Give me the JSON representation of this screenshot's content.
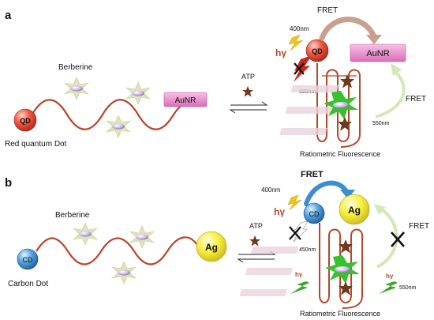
{
  "panel_a": {
    "letter": "a",
    "qd_label": "QD",
    "red_quantum_dot": "Red quantum Dot",
    "berberine": "Berberine",
    "aunr_strand": "AuNR",
    "atp": "ATP",
    "wavelength_400": "400nm",
    "hv": "hγ",
    "qd_label_top": "QD",
    "fret_top": "FRET",
    "aunr_top": "AuNR",
    "wavelength_680": "680nm",
    "wavelength_550": "550nm",
    "fret_right": "FRET",
    "ratiometric": "Ratiometric Fluorescence"
  },
  "panel_b": {
    "letter": "b",
    "cd_label": "CD",
    "carbon_dot": "Carbon Dot",
    "berberine": "Berberine",
    "ag_strand": "Ag",
    "atp": "ATP",
    "fret_top": "FRET",
    "wavelength_400": "400nm",
    "hv": "hγ",
    "cd_label_top": "CD",
    "ag_top": "Ag",
    "wavelength_450": "450nm",
    "fret_right": "FRET",
    "hv_left": "hγ",
    "hv_right": "hγ",
    "wavelength_550": "550nm",
    "ratiometric": "Ratiometric Fluorescence"
  },
  "colors": {
    "strand": "#b5482a",
    "qd_red": "#e8452f",
    "cd_blue": "#3f8fd1",
    "gold": "#f2e62c",
    "aunr_pink": "#e884c6",
    "star_brown": "#6b3a1f",
    "green_burst": "#35c22c",
    "berberine_burst": "#d9ddb0",
    "fret_arrow_a": "#c9a08e",
    "fret_arrow_b": "#3a8fd0",
    "fret_light": "#d4e8b6"
  },
  "icons": [
    "lightning-icon",
    "star-icon",
    "burst-icon",
    "cross-icon",
    "arrow-icon"
  ]
}
